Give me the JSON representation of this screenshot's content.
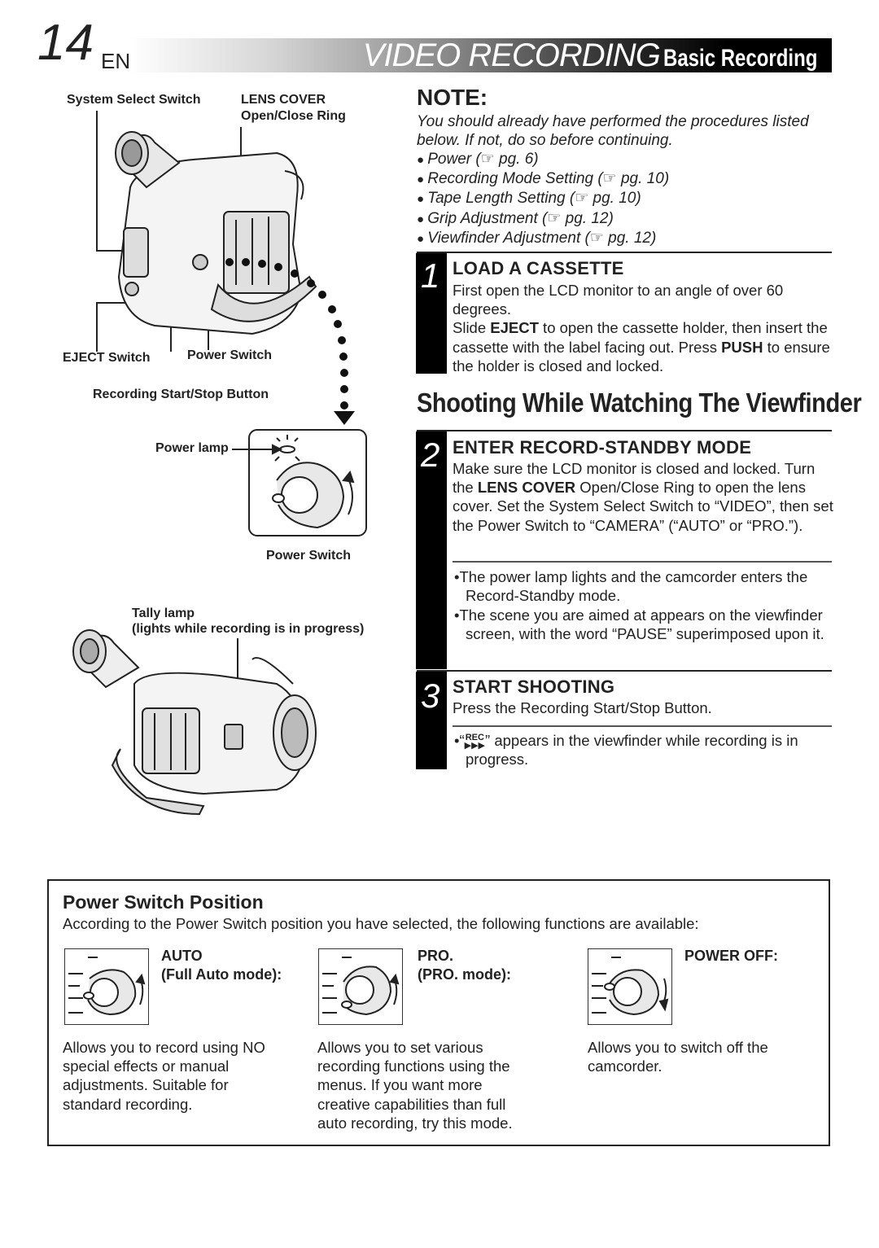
{
  "header": {
    "page_number": "14",
    "lang": "EN",
    "title_main": "VIDEO RECORDING",
    "title_sub": "Basic Recording"
  },
  "illustration_labels": {
    "system_select": "System Select Switch",
    "lens_cover": "LENS COVER",
    "open_close": "Open/Close Ring",
    "eject": "EJECT Switch",
    "power_switch": "Power Switch",
    "rec_button": "Recording Start/Stop Button",
    "power_lamp": "Power lamp",
    "power_switch_2": "Power Switch",
    "tally": "Tally lamp",
    "tally_sub": "(lights while recording is in progress)"
  },
  "note": {
    "title": "NOTE:",
    "intro": "You should already have performed the procedures listed below. If not, do so before continuing.",
    "items": [
      "Power (☞ pg. 6)",
      "Recording Mode Setting (☞ pg. 10)",
      "Tape Length Setting (☞ pg. 10)",
      "Grip Adjustment (☞ pg. 12)",
      "Viewfinder Adjustment (☞ pg. 12)"
    ]
  },
  "step1": {
    "num": "1",
    "head": "LOAD A CASSETTE",
    "p1": "First open the LCD monitor to an angle of over 60 degrees.",
    "p2a": "Slide ",
    "p2b": "EJECT",
    "p2c": " to open the cassette holder, then insert the cassette with the label facing out. Press ",
    "p2d": "PUSH",
    "p2e": " to ensure the holder is closed and locked."
  },
  "section_title": "Shooting While Watching The Viewfinder",
  "step2": {
    "num": "2",
    "head": "ENTER RECORD-STANDBY MODE",
    "p1": "Make sure the LCD monitor is closed and locked. Turn the ",
    "p1b": "LENS COVER",
    "p1c": " Open/Close Ring to open the lens cover. Set the System Select Switch to “VIDEO”, then set the Power Switch to “CAMERA” (“AUTO” or “PRO.”).",
    "b1": "•The power lamp lights and the camcorder enters the Record-Standby mode.",
    "b2": "•The scene you are aimed at appears on the viewfinder screen, with the word “PAUSE” superimposed upon it."
  },
  "step3": {
    "num": "3",
    "head": "START SHOOTING",
    "p1": "Press the Recording Start/Stop Button.",
    "b1a": "•“",
    "rec_icon": "REC",
    "b1b": "” appears in the viewfinder while recording is in progress."
  },
  "power_box": {
    "title": "Power Switch Position",
    "intro": "According to the Power Switch position you have selected, the following functions are available:",
    "modes": [
      {
        "label1": "AUTO",
        "label2": "(Full Auto mode):",
        "desc": "Allows you to record using NO special effects or manual adjustments. Suitable for standard recording."
      },
      {
        "label1": "PRO.",
        "label2": "(PRO. mode):",
        "desc": "Allows you to set various recording functions using the menus. If you want more creative capabilities than full auto recording, try this mode."
      },
      {
        "label1": "POWER OFF:",
        "label2": "",
        "desc": "Allows you to switch off the camcorder."
      }
    ]
  }
}
